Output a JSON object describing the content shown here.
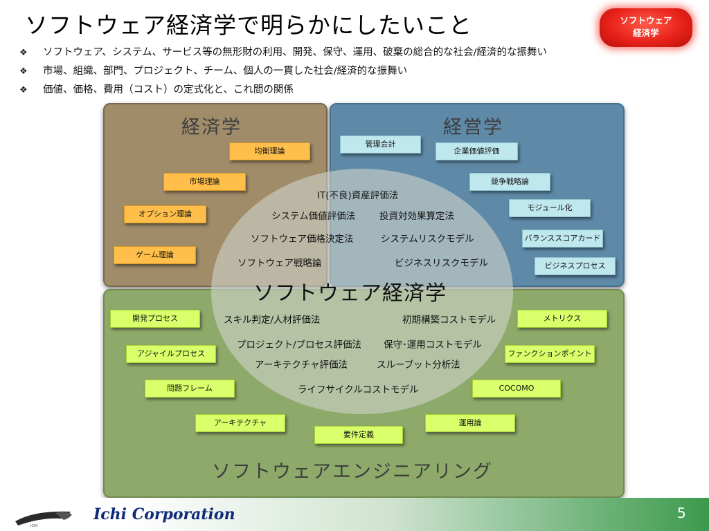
{
  "slide": {
    "title": "ソフトウェア経済学で明らかにしたいこと",
    "badge_line1": "ソフトウェア",
    "badge_line2": "経済学",
    "bullet_marker": "❖",
    "bullets": [
      "ソフトウェア、システム、サービス等の無形財の利用、開発、保守、運用、破棄の総合的な社会/経済的な振舞い",
      "市場、組織、部門、プロジェクト、チーム、個人の一貫した社会/経済的な振舞い",
      "価値、価格、費用（コスト）の定式化と、これ間の関係"
    ]
  },
  "diagram": {
    "economics": {
      "title": "経済学",
      "tags": [
        "均衡理論",
        "市場理論",
        "オプション理論",
        "ゲーム理論"
      ]
    },
    "management": {
      "title": "経営学",
      "tags": [
        "管理会計",
        "企業価値評価",
        "競争戦略論",
        "モジュール化",
        "バランススコアカード",
        "ビジネスプロセス"
      ]
    },
    "engineering": {
      "title": "ソフトウェアエンジニアリング",
      "tags": [
        "開発プロセス",
        "アジャイルプロセス",
        "問題フレーム",
        "アーキテクチャ",
        "要件定義",
        "運用論",
        "COCOMO",
        "ファンクションポイント",
        "メトリクス"
      ]
    },
    "center": {
      "title": "ソフトウェア経済学",
      "items": [
        "IT(不良)資産評価法",
        "システム価値評価法",
        "投資対効果算定法",
        "ソフトウェア価格決定法",
        "システムリスクモデル",
        "ソフトウェア戦略論",
        "ビジネスリスクモデル",
        "スキル判定/人材評価法",
        "初期構築コストモデル",
        "プロジェクト/プロセス評価法",
        "保守･運用コストモデル",
        "アーキテクチャ評価法",
        "スループット分析法",
        "ライフサイクルコストモデル"
      ]
    }
  },
  "footer": {
    "company": "Ichi Corporation",
    "page": "5",
    "logo_text": "ICHI"
  }
}
